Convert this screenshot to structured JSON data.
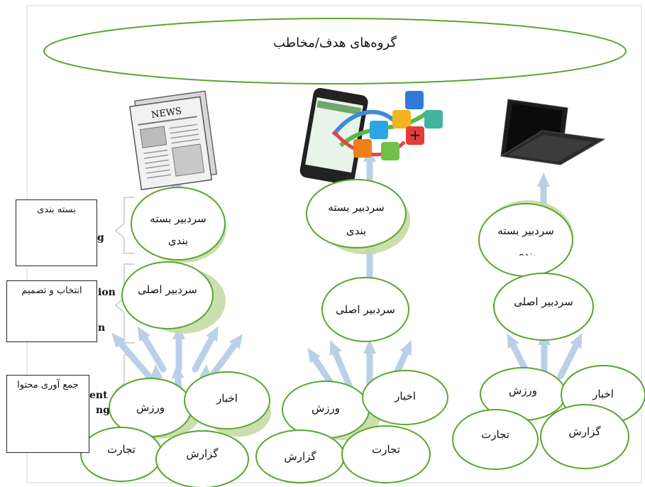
{
  "title": "گروه‌های هدف/مخاطب",
  "side_labels": [
    "بسته بندی",
    "انتخاب و تصمیم",
    "جمع آوری محتوا"
  ],
  "faded_background_fragments": [
    "g",
    "ion",
    "n",
    "ent",
    "ng"
  ],
  "columns": [
    {
      "device": "newspaper",
      "packaging_editor": [
        "سردبیر بسته",
        "بندی"
      ],
      "chief_editor": "سردبیر اصلی",
      "topics": {
        "news": "اخبار",
        "sport": "ورزش",
        "business": "تجارت",
        "report": "گزارش"
      }
    },
    {
      "device": "smartphone",
      "packaging_editor": [
        "سردبیر بسته",
        "بندی"
      ],
      "chief_editor": "سردبیر اصلی",
      "topics": {
        "news": "اخبار",
        "sport": "ورزش",
        "business": "تجارت",
        "report": "گزارش"
      }
    },
    {
      "device": "laptop",
      "packaging_editor": [
        "سردبیر بسته",
        "بندی"
      ],
      "chief_editor": "سردبیر اصلی",
      "topics": {
        "news": "اخبار",
        "sport": "ورزش",
        "business": "تجارت",
        "report": "گزارش"
      }
    }
  ],
  "colors": {
    "bubble_stroke": "#5aa52e",
    "arrow": "#b9d0e8",
    "shadow": "#bfd99a"
  }
}
